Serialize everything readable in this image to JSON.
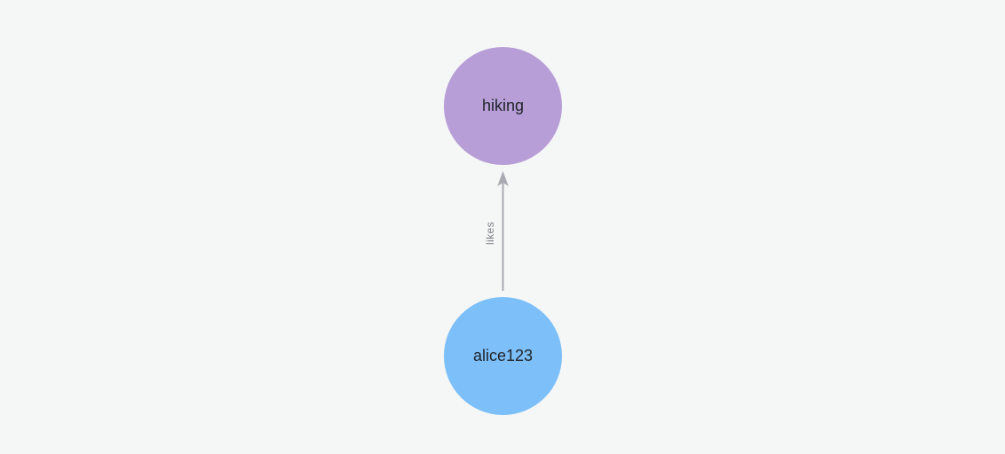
{
  "page": {
    "background_color": "#f5f6f6"
  },
  "graph": {
    "nodes": [
      {
        "id": "hiking",
        "label": "hiking",
        "fill_color": "#b79ed7",
        "text_color": "#20242a"
      },
      {
        "id": "alice123",
        "label": "alice123",
        "fill_color": "#7cbff9",
        "text_color": "#20242a"
      }
    ],
    "edges": [
      {
        "from": "alice123",
        "to": "hiking",
        "label": "likes",
        "direction": "up",
        "line_color": "#a9abb2",
        "label_color": "#7d8187"
      }
    ]
  }
}
